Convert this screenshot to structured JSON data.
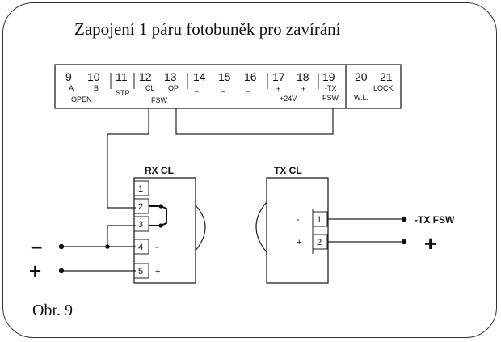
{
  "title": "Zapojení 1 páru fotobuněk pro zavírání",
  "caption": "Obr. 9",
  "terminal_block": {
    "terminals": [
      {
        "num": "9",
        "sub": "A"
      },
      {
        "num": "10",
        "sub": "B"
      },
      {
        "num": "11",
        "sub": "STP"
      },
      {
        "num": "12",
        "sub": "CL"
      },
      {
        "num": "13",
        "sub": "OP"
      },
      {
        "num": "14",
        "sub": "–"
      },
      {
        "num": "15",
        "sub": "–"
      },
      {
        "num": "16",
        "sub": "–"
      },
      {
        "num": "17",
        "sub": "+"
      },
      {
        "num": "18",
        "sub": "+"
      },
      {
        "num": "19",
        "sub": "-TX"
      },
      {
        "num": "20",
        "sub": "W.L."
      },
      {
        "num": "21",
        "sub": "LOCK"
      }
    ],
    "group_labels": {
      "open": "OPEN",
      "fsw": "FSW",
      "plus24v": "+24V",
      "fsw2": "FSW"
    }
  },
  "rx": {
    "label": "RX CL",
    "pins": [
      "1",
      "2",
      "3",
      "4",
      "5"
    ],
    "minus": "-",
    "plus": "+"
  },
  "tx": {
    "label": "TX CL",
    "pins": [
      "1",
      "2"
    ],
    "minus": "-",
    "plus": "+",
    "output_label": "-TX FSW"
  },
  "supply": {
    "minus": "–",
    "plus": "+"
  },
  "tx_output_plus": "+"
}
